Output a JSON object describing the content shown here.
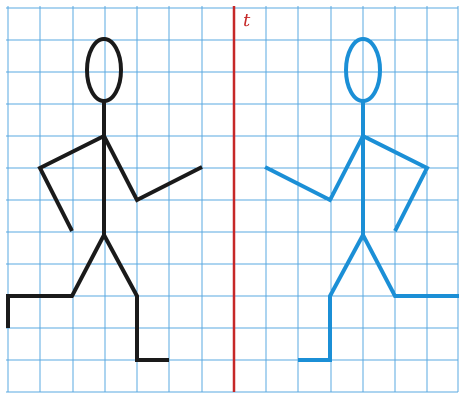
{
  "figure": {
    "axis_label": "t",
    "colors": {
      "background": "#ffffff",
      "grid": "#5aa9e0",
      "mirror_line": "#c62828",
      "original_figure": "#1a1a1a",
      "reflected_figure": "#1b8fd6"
    },
    "description_of_elements": {
      "original": "stick-figure-black",
      "reflection": "stick-figure-blue"
    }
  }
}
